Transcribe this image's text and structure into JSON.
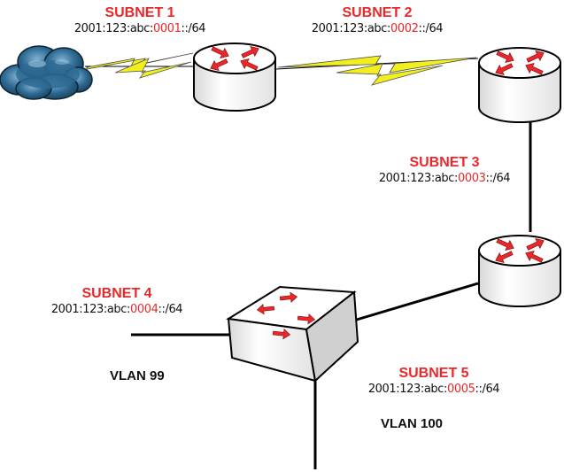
{
  "subnets": [
    {
      "title": "SUBNET 1",
      "addr_prefix": "2001:123:abc:",
      "addr_id": "0001",
      "addr_suffix": "::/64"
    },
    {
      "title": "SUBNET 2",
      "addr_prefix": "2001:123:abc:",
      "addr_id": "0002",
      "addr_suffix": "::/64"
    },
    {
      "title": "SUBNET 3",
      "addr_prefix": "2001:123:abc:",
      "addr_id": "0003",
      "addr_suffix": "::/64"
    },
    {
      "title": "SUBNET 4",
      "addr_prefix": "2001:123:abc:",
      "addr_id": "0004",
      "addr_suffix": "::/64"
    },
    {
      "title": "SUBNET 5",
      "addr_prefix": "2001:123:abc:",
      "addr_id": "0005",
      "addr_suffix": "::/64"
    }
  ],
  "vlans": [
    {
      "label": "VLAN 99"
    },
    {
      "label": "VLAN 100"
    }
  ],
  "colors": {
    "accent_red": "#e8282a",
    "serial_link": "#f2ef1e",
    "cloud": "#2e6a93",
    "device_body": "#f4f4f4"
  },
  "icons": [
    "cloud-icon",
    "router-icon",
    "switch-icon",
    "serial-link-icon"
  ]
}
